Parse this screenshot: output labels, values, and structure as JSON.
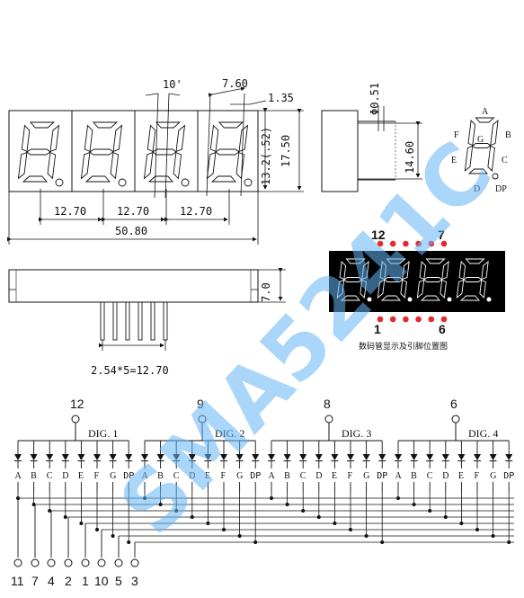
{
  "dimensions": {
    "angle": "10'",
    "pitch": "7.60",
    "segment_w": "1.35",
    "height_inner": "13.2(.52)",
    "height_outer": "17.50",
    "spacing1": "12.70",
    "spacing2": "12.70",
    "spacing3": "12.70",
    "total_width": "50.80",
    "pin_dia": "Φ0.51",
    "side_height": "14.60",
    "pin_length": "7.0",
    "pin_pitch": "2.54*5=12.70"
  },
  "segment_key": {
    "a": "A",
    "b": "B",
    "c": "C",
    "d": "D",
    "e": "E",
    "f": "F",
    "g": "G",
    "dp": "DP"
  },
  "pin_diagram": {
    "top_left": "12",
    "top_right": "7",
    "bottom_left": "1",
    "bottom_right": "6",
    "caption": "数码管显示及引脚位置图",
    "display_bg": "#000000",
    "segment_color": "#ffffff",
    "pin_dot_color": "#e8282d"
  },
  "schematic": {
    "digits": [
      {
        "pin": "12",
        "label": "DIG. 1"
      },
      {
        "pin": "9",
        "label": "DIG. 2"
      },
      {
        "pin": "8",
        "label": "DIG. 3"
      },
      {
        "pin": "6",
        "label": "DIG. 4"
      }
    ],
    "segments": [
      "A",
      "B",
      "C",
      "D",
      "E",
      "F",
      "G",
      "DP"
    ],
    "bottom_pins": [
      "11",
      "7",
      "4",
      "2",
      "1",
      "10",
      "5",
      "3"
    ]
  },
  "watermark": "SMA5241C"
}
